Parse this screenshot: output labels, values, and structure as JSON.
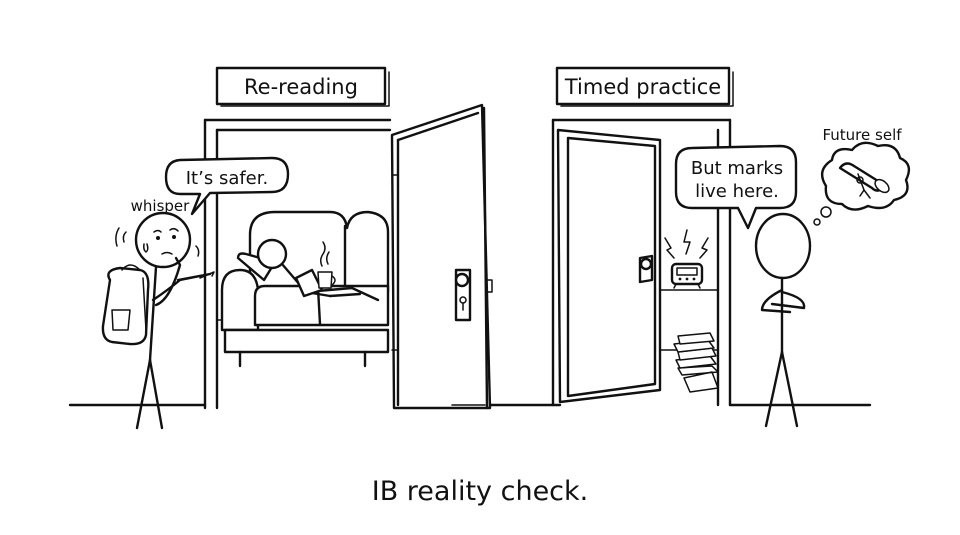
{
  "signs": {
    "left": "Re-reading",
    "right": "Timed practice"
  },
  "bubbles": {
    "left_speech": "It’s safer.",
    "left_tag": "whisper",
    "right_speech_line1": "But marks",
    "right_speech_line2": "live here.",
    "thought_label": "Future self"
  },
  "caption": "IB reality check.",
  "icons": {
    "thought_content": "diploma-scroll-icon",
    "timer": "alarm-clock-icon",
    "papers": "paper-stack-icon"
  },
  "colors": {
    "ink": "#111111",
    "background": "#ffffff",
    "shade": "#e6e6e6"
  }
}
